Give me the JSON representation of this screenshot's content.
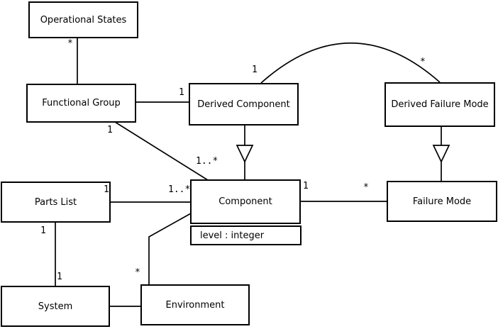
{
  "diagram_type": "uml-class-diagram",
  "classes": {
    "operational_states": {
      "name": "Operational States"
    },
    "functional_group": {
      "name": "Functional Group"
    },
    "derived_component": {
      "name": "Derived Component"
    },
    "derived_failure_mode": {
      "name": "Derived Failure Mode"
    },
    "parts_list": {
      "name": "Parts List"
    },
    "component": {
      "name": "Component",
      "attributes": [
        "level : integer"
      ]
    },
    "failure_mode": {
      "name": "Failure Mode"
    },
    "system": {
      "name": "System"
    },
    "environment": {
      "name": "Environment"
    }
  },
  "associations": [
    {
      "from": "Operational States",
      "to": "Functional Group",
      "mult_from": "*"
    },
    {
      "from": "Functional Group",
      "to": "Derived Component",
      "mult_to": "1"
    },
    {
      "from": "Functional Group",
      "to": "Component",
      "mult_from": "1",
      "mult_to": "1..*"
    },
    {
      "from": "Derived Component",
      "to": "Derived Failure Mode",
      "mult_from": "1",
      "mult_to": "*"
    },
    {
      "from": "Parts List",
      "to": "Component",
      "mult_from": "1",
      "mult_to": "1..*"
    },
    {
      "from": "Component",
      "to": "Failure Mode",
      "mult_from": "1",
      "mult_to": "*"
    },
    {
      "from": "Parts List",
      "to": "System",
      "mult_from": "1",
      "mult_to": "1"
    },
    {
      "from": "System",
      "to": "Environment"
    },
    {
      "from": "Environment",
      "to": "Component",
      "mult_from": "*"
    }
  ],
  "generalizations": [
    {
      "child": "Derived Component",
      "parent": "Component"
    },
    {
      "child": "Derived Failure Mode",
      "parent": "Failure Mode"
    }
  ],
  "colors": {
    "stroke": "#000000",
    "background": "#ffffff"
  }
}
